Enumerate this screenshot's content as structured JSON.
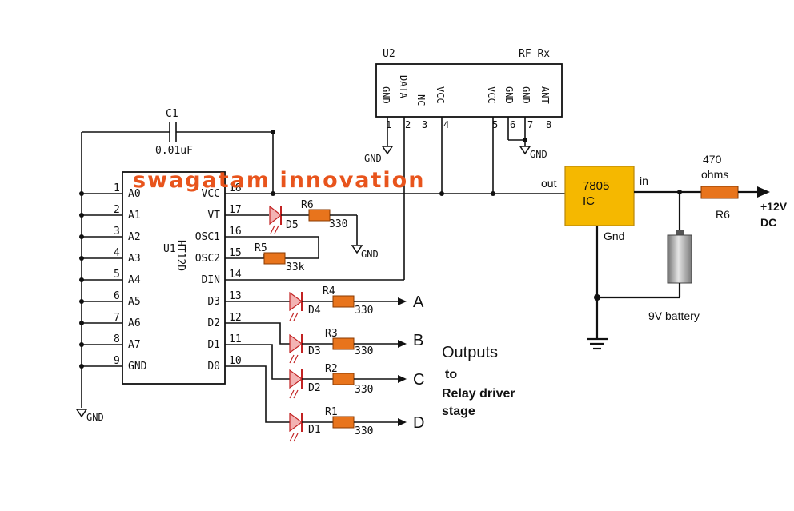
{
  "watermark": "swagatam innovation",
  "u1": {
    "ref": "U1",
    "part": "HT12D",
    "left_pins": [
      {
        "num": "1",
        "name": "A0"
      },
      {
        "num": "2",
        "name": "A1"
      },
      {
        "num": "3",
        "name": "A2"
      },
      {
        "num": "4",
        "name": "A3"
      },
      {
        "num": "5",
        "name": "A4"
      },
      {
        "num": "6",
        "name": "A5"
      },
      {
        "num": "7",
        "name": "A6"
      },
      {
        "num": "8",
        "name": "A7"
      },
      {
        "num": "9",
        "name": "GND"
      }
    ],
    "right_pins": [
      {
        "num": "18",
        "name": "VCC"
      },
      {
        "num": "17",
        "name": "VT"
      },
      {
        "num": "16",
        "name": "OSC1"
      },
      {
        "num": "15",
        "name": "OSC2"
      },
      {
        "num": "14",
        "name": "DIN"
      },
      {
        "num": "13",
        "name": "D3"
      },
      {
        "num": "12",
        "name": "D2"
      },
      {
        "num": "11",
        "name": "D1"
      },
      {
        "num": "10",
        "name": "D0"
      }
    ]
  },
  "u2": {
    "ref": "U2",
    "part": "RF Rx",
    "pins": [
      {
        "num": "1",
        "name": "GND"
      },
      {
        "num": "2",
        "name": "DATA"
      },
      {
        "num": "3",
        "name": "NC"
      },
      {
        "num": "4",
        "name": "VCC"
      },
      {
        "num": "5",
        "name": "VCC"
      },
      {
        "num": "6",
        "name": "GND"
      },
      {
        "num": "7",
        "name": "GND"
      },
      {
        "num": "8",
        "name": "ANT"
      }
    ]
  },
  "c1": {
    "ref": "C1",
    "value": "0.01uF"
  },
  "gnd_label": "GND",
  "r6_vt": {
    "ref": "R6",
    "value": "330"
  },
  "d5": {
    "ref": "D5"
  },
  "r5": {
    "ref": "R5",
    "value": "33k"
  },
  "outputs": [
    {
      "led": "D4",
      "res": "R4",
      "value": "330",
      "label": "A"
    },
    {
      "led": "D3",
      "res": "R3",
      "value": "330",
      "label": "B"
    },
    {
      "led": "D2",
      "res": "R2",
      "value": "330",
      "label": "C"
    },
    {
      "led": "D1",
      "res": "R1",
      "value": "330",
      "label": "D"
    }
  ],
  "outputs_note": {
    "line1": "Outputs",
    "line2": "to",
    "line3": "Relay driver",
    "line4": "stage"
  },
  "regulator": {
    "line1": "7805",
    "line2": "IC",
    "in_label": "in",
    "out_label": "out",
    "gnd_label": "Gnd",
    "color": "#f5b800"
  },
  "series_res": {
    "value_line1": "470",
    "value_line2": "ohms",
    "ref": "R6"
  },
  "supply": {
    "line1": "+12V",
    "line2": "DC"
  },
  "battery": {
    "label": "9V battery"
  }
}
